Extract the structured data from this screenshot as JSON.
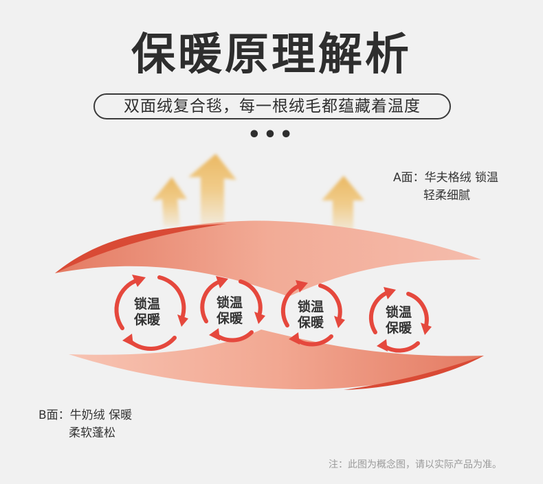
{
  "title": "保暖原理解析",
  "subtitle": "双面绒复合毯，每一根绒毛都蕴藏着温度",
  "dots": "•••",
  "side_a": {
    "label": "A面：华夫格绒 锁温",
    "line2": "轻柔细腻"
  },
  "side_b": {
    "label": "B面：牛奶绒 保暖",
    "line2": "柔软蓬松"
  },
  "cycles": [
    {
      "line1": "锁温",
      "line2": "保暖"
    },
    {
      "line1": "锁温",
      "line2": "保暖"
    },
    {
      "line1": "锁温",
      "line2": "保暖"
    },
    {
      "line1": "锁温",
      "line2": "保暖"
    }
  ],
  "note": "注：此图为概念图，请以实际产品为准。",
  "colors": {
    "background": "#f1f1f1",
    "layer_a": "#f0a48e",
    "layer_b": "#f0a48e",
    "layer_edge": "#d94a35",
    "cycle_arrow": "#e5483d",
    "heat_arrow": "#f0c46a"
  },
  "icons": [
    "heat-up-arrow-icon",
    "circular-arrows-icon"
  ]
}
